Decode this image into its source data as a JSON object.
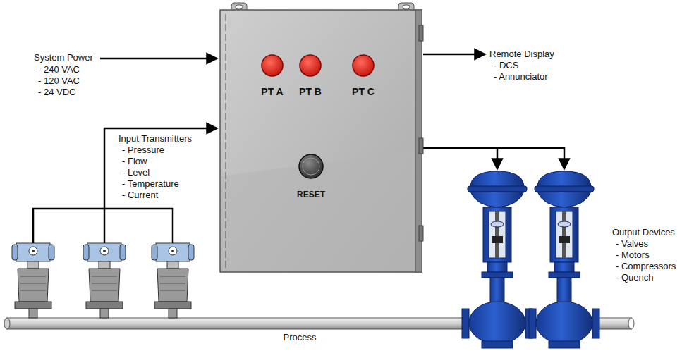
{
  "diagram": {
    "nodes": [
      {
        "text": [
          "PT A"
        ]
      },
      {
        "text": [
          "PT B"
        ]
      },
      {
        "text": [
          "PT C"
        ]
      },
      {
        "text": [
          "RESET"
        ]
      }
    ],
    "labels": [
      "System Power",
      "- 240 VAC",
      "- 120 VAC",
      "- 24 VDC",
      "Input Transmitters",
      "- Pressure",
      "- Flow",
      "- Level",
      "- Temperature",
      "- Current",
      "Remote Display",
      "- DCS",
      "- Annunciator",
      "Output Devices",
      "- Valves",
      "- Motors",
      "- Compressors",
      "- Quench",
      "Process"
    ]
  }
}
